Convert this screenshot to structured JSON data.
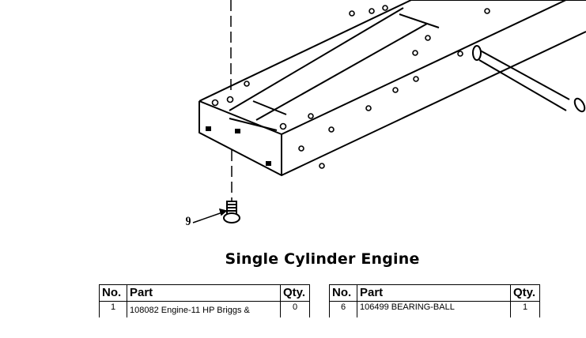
{
  "diagram": {
    "callout_number": "9"
  },
  "section_title": "Single Cylinder Engine",
  "tables": {
    "headers": {
      "no": "No.",
      "part": "Part",
      "qty": "Qty."
    },
    "left": [
      {
        "no": "1",
        "part": "108082 Engine-11 HP Briggs &",
        "qty": "0"
      }
    ],
    "right": [
      {
        "no": "6",
        "part": "106499 BEARING-BALL",
        "qty": "1"
      }
    ]
  }
}
